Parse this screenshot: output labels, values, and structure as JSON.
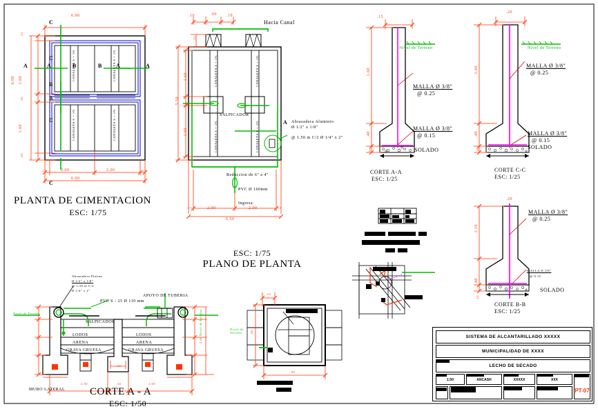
{
  "drawing": {
    "sheet_size": "866x591",
    "colors": {
      "dimension": "#ff3300",
      "pipe": "#00bb00",
      "rebar": "#ff00ff",
      "foundation_outline": "#0000cc",
      "linework": "#000000"
    }
  },
  "views": {
    "foundation_plan": {
      "title": "PLANTA DE CIMENTACION",
      "scale": "ESC: 1/75",
      "section_marks": [
        "C",
        "C",
        "A",
        "A",
        "A",
        "A",
        "B",
        "B",
        "B",
        "B",
        "C",
        "C"
      ],
      "channel_labels": [
        "CANALETA  S = 1%",
        "CANALETA  S = 1%",
        "CANALETA  S = 1%",
        "CANALETA  S = 1%"
      ],
      "dim_top": "6.00",
      "dim_bottom_total": "6.00",
      "dim_bottom_segments": [
        ".15",
        "2.00",
        "2.00",
        ".15"
      ],
      "dim_left_total": "6.00",
      "dim_left_segments": [
        ".15",
        "1.60",
        ".30",
        "1.60",
        ".20"
      ]
    },
    "floor_plan": {
      "title": "PLANO DE PLANTA",
      "scale": "ESC: 1/75",
      "top_dims": [
        ".10",
        ".60",
        ".10"
      ],
      "top_note": "Hacia Canal",
      "left_dims": [
        ".10",
        "1.60",
        ".30",
        "1.60"
      ],
      "left_total": "5.50",
      "bottom_dims": [
        ".15",
        "2.00",
        "2.00",
        ".15"
      ],
      "bottom_total": "6.50",
      "channel_labels": [
        "CANALETA  S = 1%",
        "CANALETA  S = 1%",
        "CANALETA  S = 1%",
        "CANALETA  S = 1%"
      ],
      "splash_label": "SALPICADOR",
      "clamp_note_line1": "Abrazadera Aluminio",
      "clamp_note_line2": "Ø 1/2\"  x 1/8\"",
      "clamp_note_line3": "@ 1.50 m C/2 Ø 1/4\" x 2\"",
      "reduction_note": "Reduccion de 6\" a 4\"",
      "pvc_note": "PVC Ø 160mm",
      "inlet_note": "Ingresa",
      "section_marks": [
        "A",
        "A"
      ]
    },
    "corte_aa_wall": {
      "title": "CORTE A-A",
      "scale": "ESC: 1/25",
      "dim_top": ".15",
      "dim_left": [
        "1.60",
        ".40",
        ".10"
      ],
      "ground_label": "Nivel de Terreno",
      "mesh_note_1_line1": "MALLA Ø 3/8\"",
      "mesh_note_1_line2": "@ 0.25",
      "mesh_note_2_line1": "MALLA Ø 3/8\"",
      "mesh_note_2_line2": "@ 0.15",
      "base_label": "SOLADO"
    },
    "corte_cc": {
      "title": "CORTE C-C",
      "scale": "ESC: 1/25",
      "dim_top": ".20",
      "dim_left": [
        "1.60",
        ".40",
        ".10"
      ],
      "ground_label": "Nivel de Terreno",
      "mesh_note_1_line1": "MALLA Ø 3/8\"",
      "mesh_note_1_line2": "@ 0.25",
      "mesh_note_2_line1": "MALLA Ø 3/8\"",
      "mesh_note_2_line2": "@ 0.15",
      "base_label": "SOLADO"
    },
    "corte_bb": {
      "title": "CORTE B-B",
      "scale": "ESC: 1/25",
      "dim_top": ".20",
      "dim_left": [
        "1.10",
        ".40",
        ".10"
      ],
      "mesh_note_1_line1": "MALLA Ø 3/8\"",
      "mesh_note_1_line2": "@ 0.25",
      "mesh_note_2_line1": "MALLA Ø 3/8\"",
      "mesh_note_2_line2": "@ 0.15",
      "base_label": "SOLADO"
    },
    "corte_aa_section": {
      "title": "CORTE  A - A",
      "scale": "ESC: 1/50",
      "clamp_note_line1": "Abrazadera Platina",
      "clamp_note_line2": "Ø 1/2\" x 1/8\"",
      "clamp_note_line3": "@ 1.50 m C/2",
      "clamp_note_line4": "Ø 1/4\" x 2\"",
      "pipe_note": "PVC S - 25 Ø 110 mm",
      "support_note": "APOYO DE TUBERIA",
      "splash_label": "SALPICADOR",
      "layer_labels": [
        "LODOS",
        "ARENA",
        "GRAVA GRUESA",
        "LODOS",
        "ARENA",
        "GRAVA GRUESA"
      ],
      "ground_label_left": "Nivel de Terreno",
      "ground_label_right": "Nivel de Terreno",
      "wall_label": "MURO LATERAL",
      "dim_bottom": [
        "2.00",
        ".30",
        "2.00"
      ],
      "dim_mid": ".30",
      "dim_right_total": "2.60",
      "dim_left": [
        ".50",
        ".30",
        ".40",
        ".40"
      ],
      "dim_right": [
        ".40",
        ".50",
        ".20",
        ".40",
        ".40"
      ]
    },
    "detail_box": {
      "dim_top": ".10",
      "dim_bottom": ".80",
      "dim_left": ".80",
      "ground_label": "Nivel de Terreno"
    }
  },
  "title_block": {
    "row1": "SISTEMA DE ALCANTARILLADO XXXXX",
    "row2": "MUNICIPALIDAD DE XXXX",
    "row3": "LECHO DE SECADO",
    "cells": [
      "1:50",
      "ANCASH",
      "XXXXX",
      "XXX"
    ],
    "sheet_number": "PT-07"
  }
}
